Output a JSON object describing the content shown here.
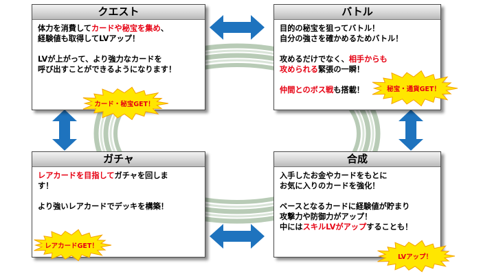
{
  "panels": {
    "quest": {
      "title": "クエスト",
      "lines": [
        [
          {
            "t": "体力を消費して",
            "hl": false
          },
          {
            "t": "カードや秘宝を集め",
            "hl": true
          },
          {
            "t": "、",
            "hl": false
          }
        ],
        [
          {
            "t": "経験値も取得してLVアップ！",
            "hl": false
          }
        ],
        [],
        [
          {
            "t": "LVが上がって、より強力なカードを",
            "hl": false
          }
        ],
        [
          {
            "t": "呼び出すことができるようになります！",
            "hl": false
          }
        ]
      ],
      "burst": "カード・秘宝GET！"
    },
    "battle": {
      "title": "バトル",
      "lines": [
        [
          {
            "t": "目的の秘宝を狙ってバトル！",
            "hl": false
          }
        ],
        [
          {
            "t": "自分の強さを確かめるためバトル！",
            "hl": false
          }
        ],
        [],
        [
          {
            "t": "攻めるだけでなく、",
            "hl": false
          },
          {
            "t": "相手からも",
            "hl": true
          }
        ],
        [
          {
            "t": "攻められる",
            "hl": true
          },
          {
            "t": "緊張の一瞬！",
            "hl": false
          }
        ],
        [],
        [
          {
            "t": "仲間とのボス戦",
            "hl": true
          },
          {
            "t": "も搭載！",
            "hl": false
          }
        ]
      ],
      "burst": "秘宝・通貨GET！"
    },
    "gacha": {
      "title": "ガチャ",
      "lines": [
        [
          {
            "t": "レアカードを目指して",
            "hl": true
          },
          {
            "t": "ガチャを回しま",
            "hl": false
          }
        ],
        [
          {
            "t": "す！",
            "hl": false
          }
        ],
        [],
        [
          {
            "t": "より強いレアカードでデッキを構築！",
            "hl": false
          }
        ]
      ],
      "burst": "レアカードGET！"
    },
    "gousei": {
      "title": "合成",
      "lines": [
        [
          {
            "t": "入手したお金やカードをもとに",
            "hl": false
          }
        ],
        [
          {
            "t": "お気に入りのカードを強化！",
            "hl": false
          }
        ],
        [],
        [
          {
            "t": "ベースとなるカードに経験値が貯まり",
            "hl": false
          }
        ],
        [
          {
            "t": "攻撃力や防御力がアップ！",
            "hl": false
          }
        ],
        [
          {
            "t": "中には",
            "hl": false
          },
          {
            "t": "スキルLVがアップ",
            "hl": true
          },
          {
            "t": "することも！",
            "hl": false
          }
        ]
      ],
      "burst": "LVアップ！"
    }
  },
  "colors": {
    "highlight": "#e60012",
    "arrow": "#1e73be",
    "burst_fill": "#ffe600",
    "burst_stroke": "#f5a000",
    "ring": "#b8cbb6"
  },
  "icons": {
    "arrow": "double-headed-arrow-icon",
    "burst": "starburst-icon"
  }
}
